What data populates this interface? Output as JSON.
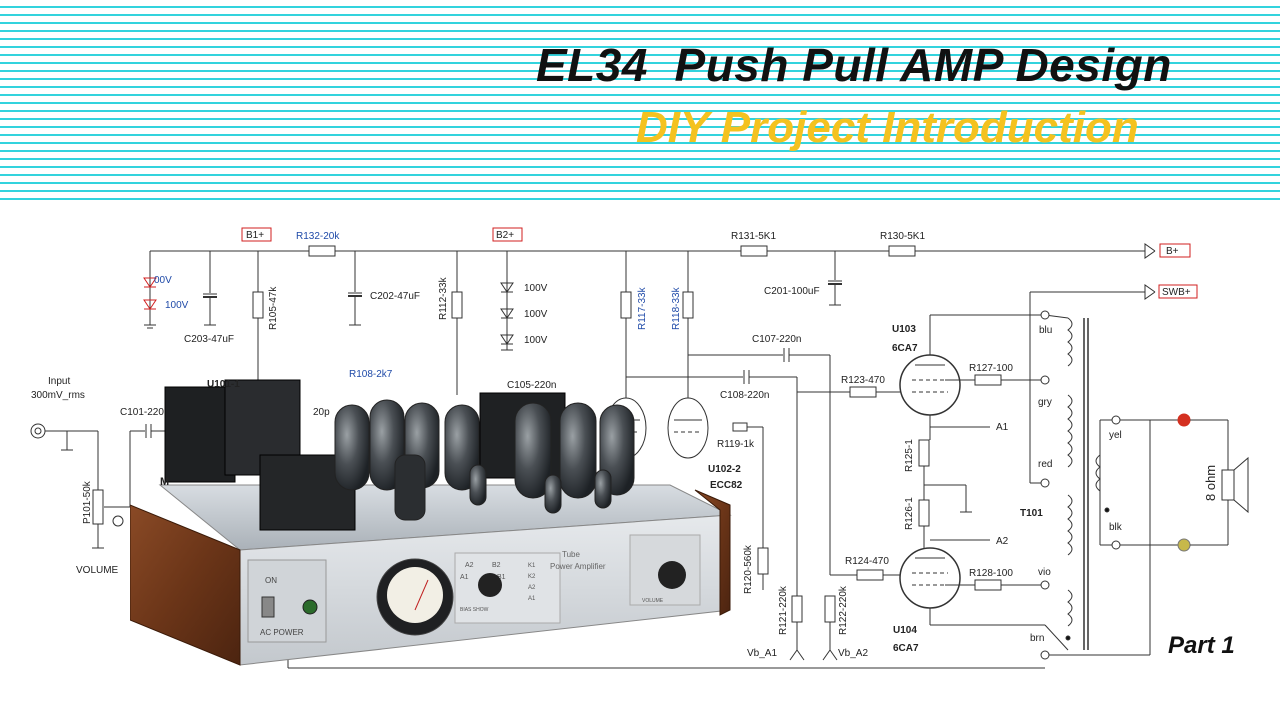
{
  "header": {
    "title": "EL34  Push Pull AMP Design",
    "subtitle": "DIY Project Introduction",
    "part": "Part 1"
  },
  "labels": {
    "b1": "B1+",
    "b2": "B2+",
    "bplus": "B+",
    "swb": "SWB+",
    "r132": "R132-20k",
    "r131": "R131-5K1",
    "r130": "R130-5K1",
    "z1": "00V",
    "z2": "100V",
    "c203": "C203-47uF",
    "r105": "R105-47k",
    "c202": "C202-47uF",
    "r112": "R112-33k",
    "zb1": "100V",
    "zb2": "100V",
    "zb3": "100V",
    "r117": "R117-33k",
    "r118": "R118-33k",
    "c201": "C201-100uF",
    "c107": "C107-220n",
    "c108": "C108-220n",
    "c105": "C105-220n",
    "r108": "R108-2k7",
    "r119": "R119-1k",
    "u1022": "U102-2",
    "ecc82": "ECC82",
    "r120": "R120-560k",
    "r121": "R121-220k",
    "r122": "R122-220k",
    "vba1": "Vb_A1",
    "vba2": "Vb_A2",
    "input": "Input",
    "inputlvl": "300mV_rms",
    "c101": "C101-220",
    "p101": "P101-50k",
    "volume": "VOLUME",
    "u103": "U103",
    "u103t": "6CA7",
    "u104": "U104",
    "u104t": "6CA7",
    "r123": "R123-470",
    "r124": "R124-470",
    "r127": "R127-100",
    "r128": "R128-100",
    "r125": "R125-1",
    "r126": "R126-1",
    "a1": "A1",
    "a2": "A2",
    "blu": "blu",
    "gry": "gry",
    "red": "red",
    "vio": "vio",
    "brn": "brn",
    "t101": "T101",
    "yel": "yel",
    "blk": "blk",
    "ohm": "8 ohm",
    "u1011": "U101-1",
    "p20": "20p",
    "m": "M"
  },
  "amp_panel": {
    "on": "ON",
    "ac_power": "AC POWER",
    "tube": "Tube",
    "power_amplifier": "Power Amplifier",
    "volume": "VOLUME",
    "a2": "A2",
    "b2": "B2",
    "a1": "A1",
    "b1": "B1",
    "bias": "BIAS SHOW",
    "k1": "K1",
    "k2": "K2",
    "k3": "A2",
    "k4": "A1"
  },
  "colors": {
    "stripe": "#33d3dd",
    "subtitle": "#f4c21f",
    "label_red": "#d21f1f",
    "label_blue": "#1f4aa8"
  }
}
